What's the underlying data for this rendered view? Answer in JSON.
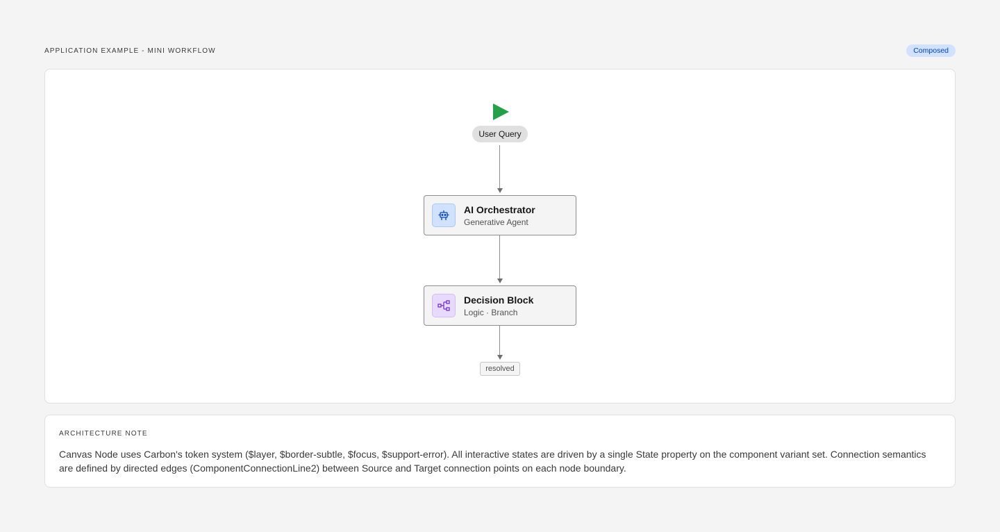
{
  "header": {
    "title": "APPLICATION EXAMPLE - MINI WORKFLOW",
    "badge": "Composed"
  },
  "workflow": {
    "start": {
      "icon": "play-icon",
      "label": "User Query",
      "color": "#24a148"
    },
    "nodes": [
      {
        "title": "AI Orchestrator",
        "subtitle": "Generative Agent",
        "icon": "robot-icon",
        "accent": "#0f62fe"
      },
      {
        "title": "Decision Block",
        "subtitle": "Logic · Branch",
        "icon": "decision-tree-icon",
        "accent": "#8a3ffc"
      }
    ],
    "end_label": "resolved"
  },
  "note": {
    "label": "ARCHITECTURE NOTE",
    "body": "Canvas Node uses Carbon's token system ($layer, $border-subtle, $focus, $support-error). All interactive states are driven by a single State property on the component variant set. Connection semantics are defined by directed edges (ComponentConnectionLine2) between Source and Target connection points on each node boundary."
  }
}
